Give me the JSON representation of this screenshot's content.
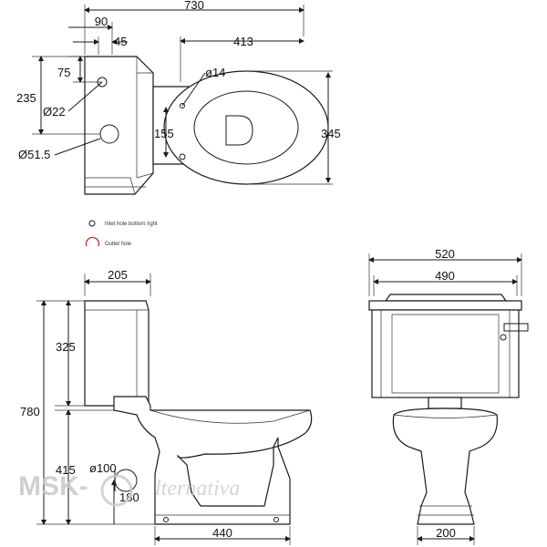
{
  "top_view": {
    "overall_width": "730",
    "dim_90": "90",
    "dim_45": "45",
    "dim_413": "413",
    "dim_75": "75",
    "dim_14": "ø14",
    "dim_235": "235",
    "dim_22": "Ø22",
    "dim_155": "155",
    "dim_345": "345",
    "dim_515": "Ø51.5"
  },
  "legend": {
    "inlet": "Inlet hole bottom right",
    "outlet": "Outlet hole"
  },
  "side_view": {
    "dim_205": "205",
    "dim_325": "325",
    "dim_780": "780",
    "dim_415": "415",
    "dim_100": "ø100",
    "dim_180": "180",
    "dim_440": "440"
  },
  "front_view": {
    "dim_520": "520",
    "dim_490": "490",
    "dim_200": "200"
  },
  "watermark": {
    "brand": "MSK-",
    "brand2": "lternativa"
  },
  "colors": {
    "outlet_ring": "#c0392b"
  }
}
